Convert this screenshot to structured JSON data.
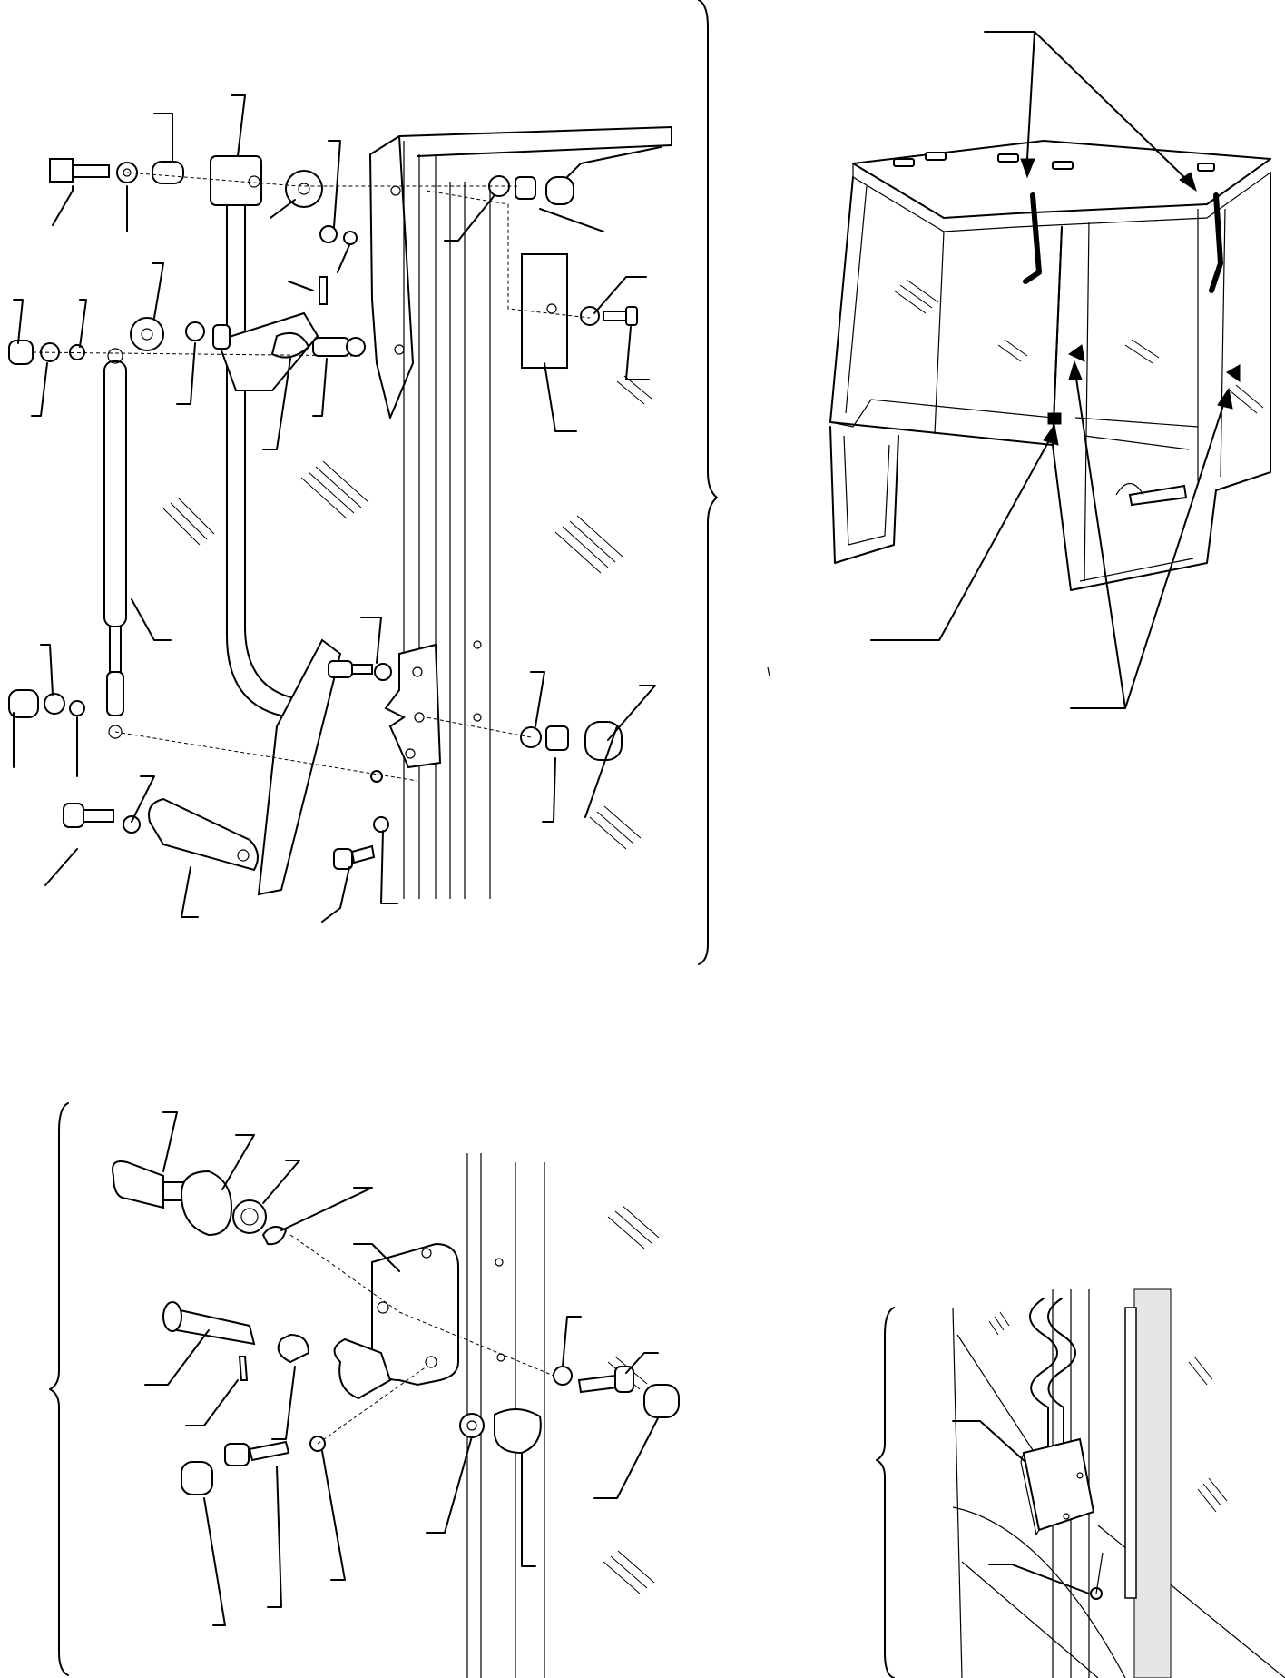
{
  "diagram": {
    "type": "exploded-parts-illustration",
    "panels": [
      {
        "id": "door-latch-linkage",
        "leader_count": 32
      },
      {
        "id": "cab-overview",
        "leader_count": 4
      },
      {
        "id": "latch-mechanism-detail",
        "leader_count": 16
      },
      {
        "id": "door-stop-detail",
        "leader_count": 2
      }
    ],
    "labels_text": []
  }
}
